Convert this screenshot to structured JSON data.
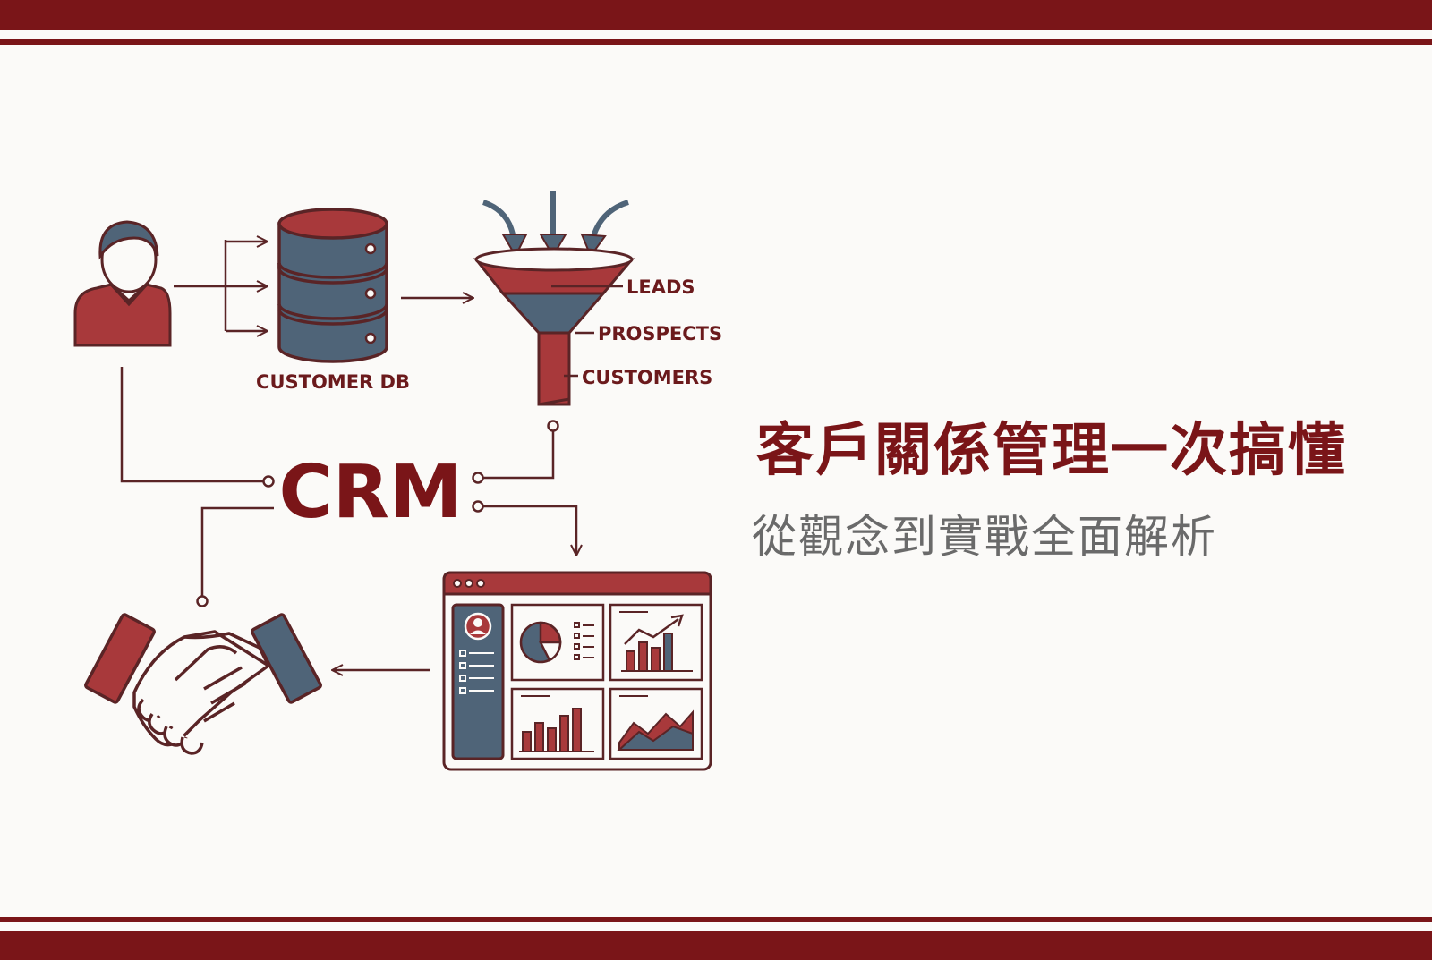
{
  "title": "客戶關係管理一次搞懂",
  "subtitle": "從觀念到實戰全面解析",
  "center_label": "CRM",
  "database_label": "CUSTOMER DB",
  "funnel_stages": [
    "LEADS",
    "PROSPECTS",
    "CUSTOMERS"
  ],
  "icons": {
    "user": "user-icon",
    "database": "database-icon",
    "funnel": "funnel-icon",
    "dashboard": "dashboard-icon",
    "handshake": "handshake-icon"
  },
  "colors": {
    "primary": "#7a1518",
    "accent_red": "#a8393b",
    "slate": "#4f6478",
    "outline": "#5a2426",
    "background": "#fbfaf8",
    "subtitle_gray": "#6a6a6a"
  }
}
